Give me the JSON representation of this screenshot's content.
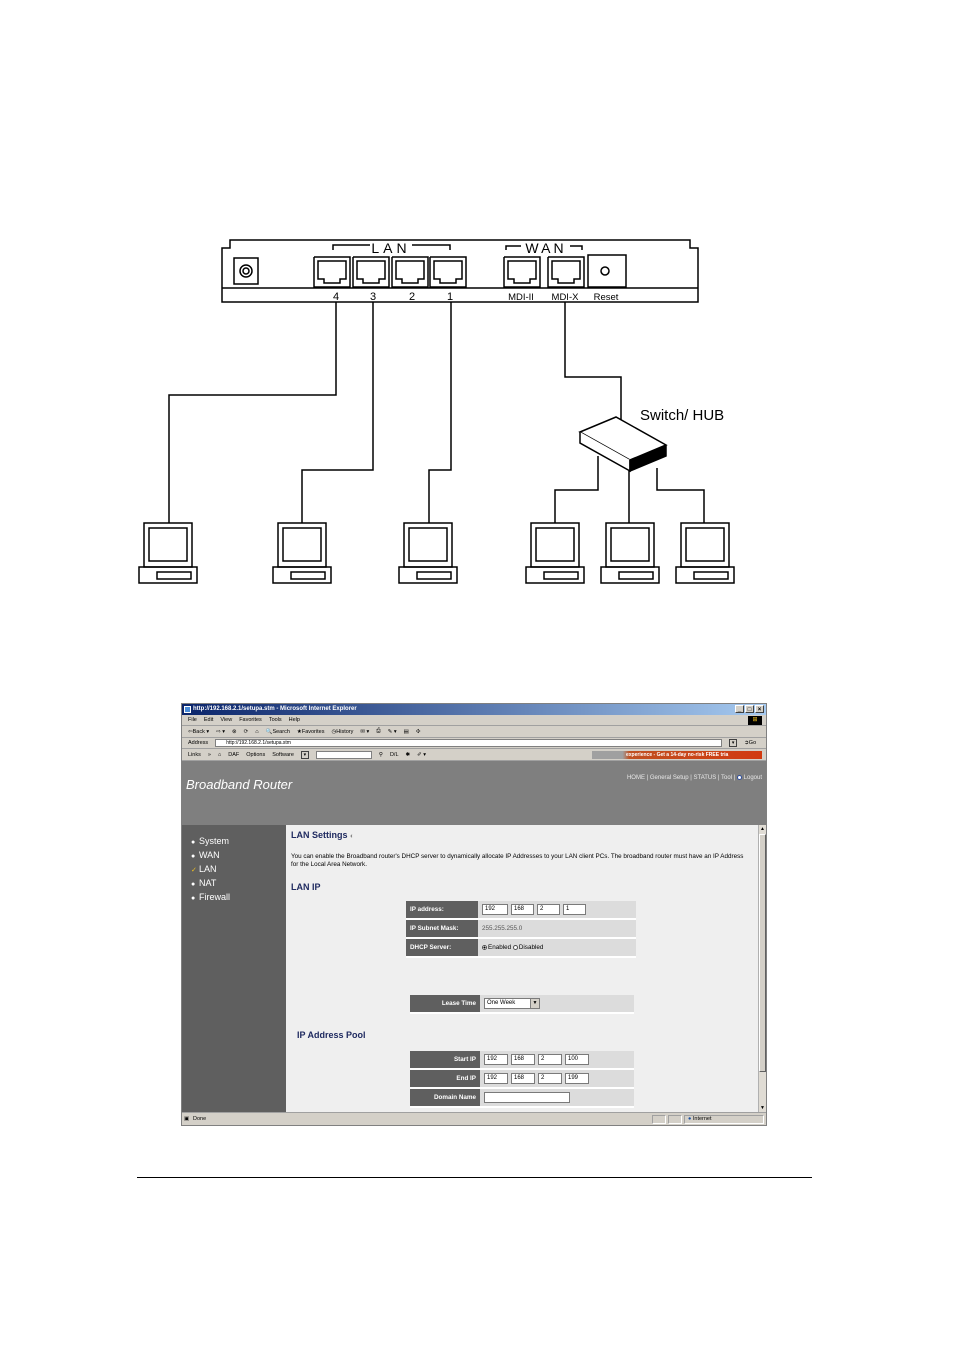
{
  "diagram": {
    "lan_label": "LAN",
    "wan_label": "WAN",
    "lan_ports": [
      "4",
      "3",
      "2",
      "1"
    ],
    "wan_ports": [
      "MDI-II",
      "MDI-X"
    ],
    "reset_label": "Reset",
    "switch_label": "Switch/ HUB"
  },
  "browser": {
    "title": "http://192.168.2.1/setupa.stm - Microsoft Internet Explorer",
    "menu": [
      "File",
      "Edit",
      "View",
      "Favorites",
      "Tools",
      "Help"
    ],
    "toolbar": {
      "back": "Back",
      "search": "Search",
      "favorites": "Favorites",
      "history": "History"
    },
    "address_label": "Address",
    "address": "http://192.168.2.1/setupa.stm",
    "go": "Go",
    "links": {
      "label": "Links",
      "daf": "DAF",
      "options": "Options",
      "software": "Software",
      "dl": "D/L",
      "ad_text": "experience - Get a 14-day no-risk FREE tria"
    },
    "status_left": "Done",
    "status_zone": "Internet"
  },
  "router": {
    "brand": "Broadband Router",
    "nav": [
      "HOME",
      "General Setup",
      "STATUS",
      "Tool",
      "Logout"
    ],
    "sidebar": [
      "System",
      "WAN",
      "LAN",
      "NAT",
      "Firewall"
    ],
    "active_item": "LAN",
    "heading": "LAN Settings",
    "description": "You can enable the Broadband router's DHCP server to dynamically allocate IP Addresses to your LAN client PCs. The broadband router must have an IP Address for the Local Area Network.",
    "lan_ip_heading": "LAN IP",
    "ip_label": "IP address:",
    "ip": [
      "192",
      "168",
      "2",
      "1"
    ],
    "mask_label": "IP Subnet Mask:",
    "mask": "255.255.255.0",
    "dhcp_label": "DHCP Server:",
    "dhcp_enabled": "Enabled",
    "dhcp_disabled": "Disabled",
    "dhcp_selected": "Enabled",
    "lease_label": "Lease Time",
    "lease_value": "One Week",
    "pool_heading": "IP Address Pool",
    "start_label": "Start IP",
    "start": [
      "192",
      "168",
      "2",
      "100"
    ],
    "end_label": "End IP",
    "end": [
      "192",
      "168",
      "2",
      "199"
    ],
    "domain_label": "Domain Name",
    "domain": ""
  }
}
